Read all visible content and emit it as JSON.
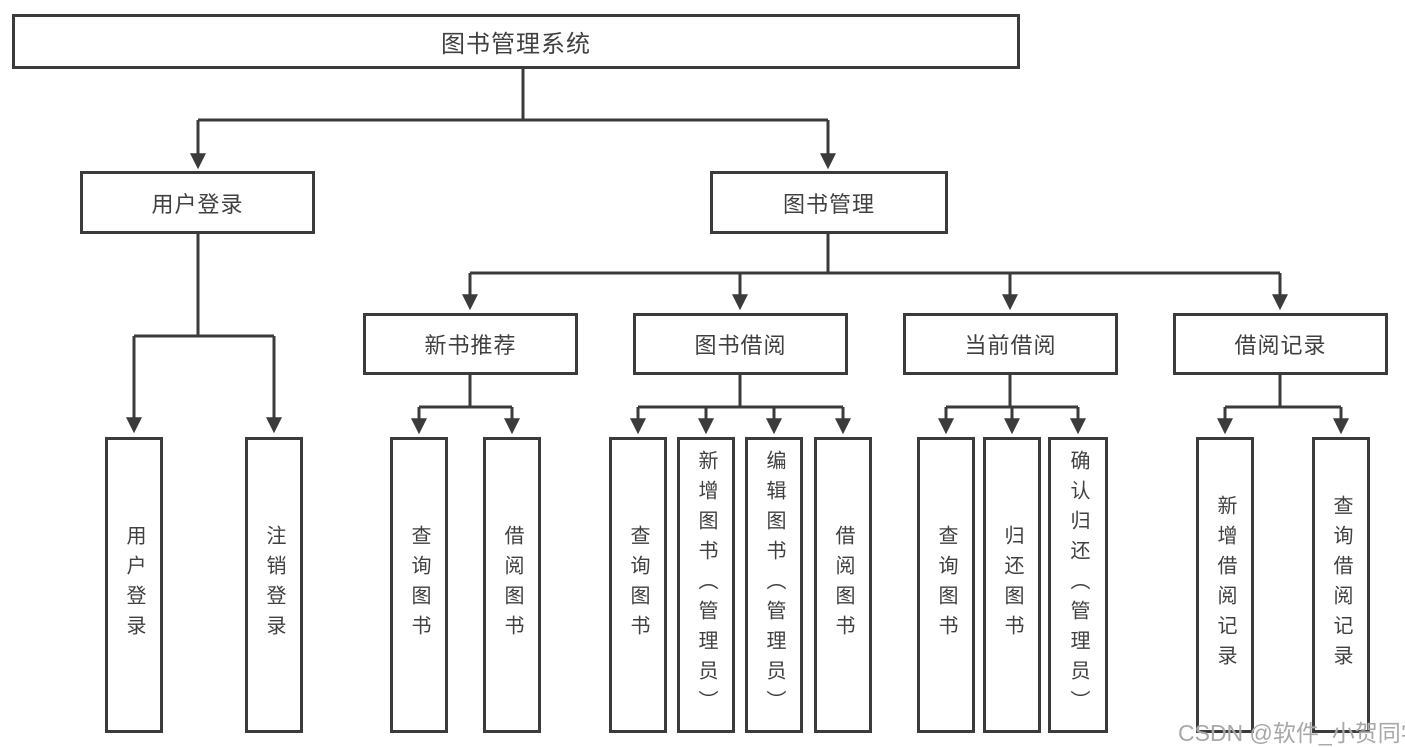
{
  "diagram": {
    "root": {
      "label": "图书管理系统"
    },
    "level2": {
      "user_login": {
        "label": "用户登录"
      },
      "book_mgmt": {
        "label": "图书管理"
      }
    },
    "level3": {
      "new_book": {
        "label": "新书推荐"
      },
      "book_borrow": {
        "label": "图书借阅"
      },
      "current_borrow": {
        "label": "当前借阅"
      },
      "borrow_record": {
        "label": "借阅记录"
      }
    },
    "leaves": {
      "login": {
        "label": "用户登录"
      },
      "logout": {
        "label": "注销登录"
      },
      "nb_query": {
        "label": "查询图书"
      },
      "nb_borrow": {
        "label": "借阅图书"
      },
      "bb_query": {
        "label": "查询图书"
      },
      "bb_add": {
        "label": "新增图书（管理员）"
      },
      "bb_edit": {
        "label": "编辑图书（管理员）"
      },
      "bb_borrow": {
        "label": "借阅图书"
      },
      "cb_query": {
        "label": "查询图书"
      },
      "cb_return": {
        "label": "归还图书"
      },
      "cb_confirm": {
        "label": "确认归还（管理员）"
      },
      "br_add": {
        "label": "新增借阅记录"
      },
      "br_query": {
        "label": "查询借阅记录"
      }
    }
  },
  "watermark": "CSDN @软件_小贺同学",
  "colors": {
    "line": "#3b3b3b",
    "text": "#404040",
    "watermark": "#a8a8a8",
    "background": "#ffffff"
  }
}
